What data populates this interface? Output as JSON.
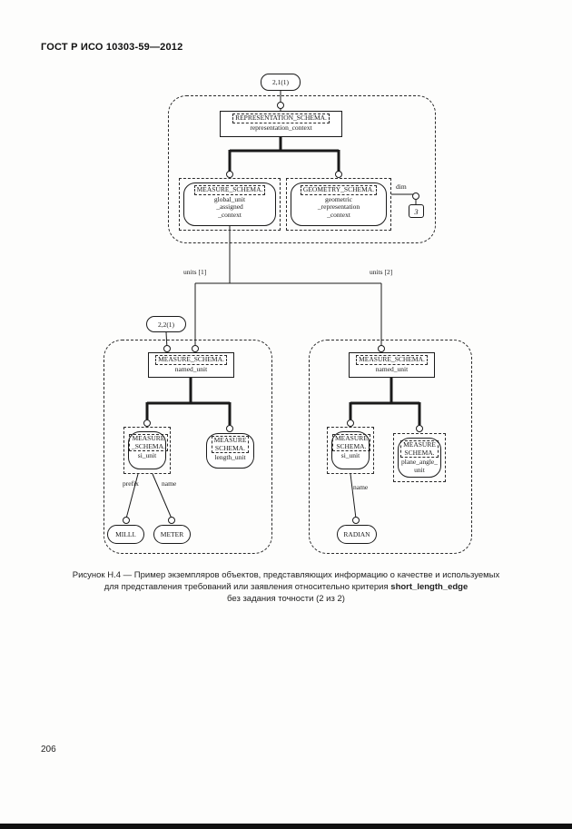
{
  "document": {
    "header": "ГОСТ Р ИСО 10303-59—2012",
    "page_number": "206"
  },
  "figure": {
    "caption_line1": "Рисунок Н.4 — Пример экземпляров объектов, представляющих информацию о качестве и используемых",
    "caption_line2_text": "для представления требований или заявления относительно критерия ",
    "caption_line2_bold": "short_length_edge",
    "caption_line3": "без задания точности (2 из 2)"
  },
  "diagram": {
    "page_refs": {
      "top": "2,1(1)",
      "left": "2,2(1)"
    },
    "labels": {
      "units1": "units [1]",
      "units2": "units [2]",
      "dim": "dim",
      "prefix": "prefix",
      "name_left": "name",
      "name_right": "name"
    },
    "nodes": {
      "representation_context": {
        "schema_lines": [
          "REPRESENTATION_SCHEMA."
        ],
        "attr_lines": [
          "representation_context"
        ]
      },
      "global_unit_assigned_context": {
        "schema_lines": [
          "MEASURE_SCHEMA."
        ],
        "attr_lines": [
          "global_unit",
          "_assigned",
          "_context"
        ]
      },
      "geometric_representation_context": {
        "schema_lines": [
          "GEOMETRY_SCHEMA."
        ],
        "attr_lines": [
          "geometric",
          "_representation",
          "_context"
        ]
      },
      "dim_value": "3",
      "named_unit_left": {
        "schema_lines": [
          "MEASURE_SCHEMA."
        ],
        "attr_lines": [
          "named_unit"
        ]
      },
      "named_unit_right": {
        "schema_lines": [
          "MEASURE_SCHEMA."
        ],
        "attr_lines": [
          "named_unit"
        ]
      },
      "si_unit_left": {
        "schema_lines": [
          "MEASURE",
          "_SCHEMA."
        ],
        "attr_lines": [
          "si_unit"
        ]
      },
      "length_unit": {
        "schema_lines": [
          "MEASURE",
          "SCHEMA."
        ],
        "attr_lines": [
          "length_unit"
        ]
      },
      "si_unit_right": {
        "schema_lines": [
          "MEASURE",
          "SCHEMA."
        ],
        "attr_lines": [
          "si_unit"
        ]
      },
      "plane_angle_unit": {
        "schema_lines": [
          "MEASURE",
          "SCHEMA."
        ],
        "attr_lines": [
          "plane_angle_",
          "unit"
        ]
      },
      "milli": "MILLI.",
      "meter": "METER",
      "radian": "RADIAN"
    }
  }
}
